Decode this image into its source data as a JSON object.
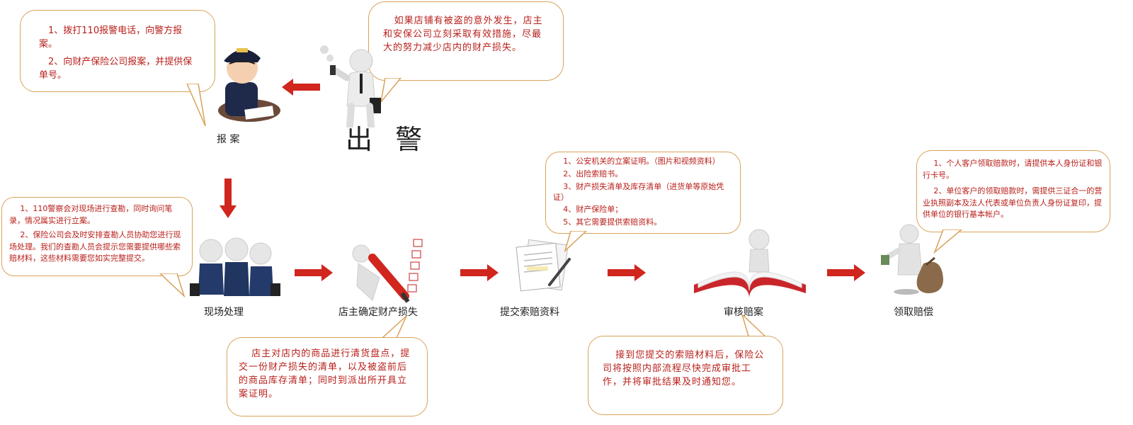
{
  "steps": {
    "report": "报 案",
    "dispatch": "出 警",
    "onsite": "现场处理",
    "determine_loss": "店主确定财产损失",
    "submit_docs": "提交索赔资料",
    "review": "审核赔案",
    "compensation": "领取赔偿"
  },
  "bubbles": {
    "report": [
      "1、拨打110报警电话，向警方报案。",
      "2、向财产保险公司报案，并提供保单号。"
    ],
    "dispatch": [
      "如果店铺有被盗的意外发生，店主和安保公司立刻采取有效措施，尽最大的努力减少店内的财产损失。"
    ],
    "onsite": [
      "1、110警察会对现场进行查勘，同时询问笔录，情况属实进行立案。",
      "2、保险公司会及时安排查勘人员协助您进行现场处理。我们的查勘人员会提示您需要提供哪些索赔材料，这些材料需要您如实完整提交。"
    ],
    "determine_loss": [
      "店主对店内的商品进行清货盘点，提交一份财产损失的清单，以及被盗前后的商品库存清单；同时到派出所开具立案证明。"
    ],
    "submit_docs": [
      "1、公安机关的立案证明。（图片和视频资料）",
      "2、出险索赔书。",
      "3、财产损失清单及库存清单（进货单等原始凭证）",
      "4、财产保险单；",
      "5、其它需要提供索赔资料。"
    ],
    "review": [
      "接到您提交的索赔材料后，保险公司将按照内部流程尽快完成审批工作，并将审批结果及时通知您。"
    ],
    "compensation": [
      "1、个人客户领取赔款时，请提供本人身份证和银行卡号。",
      "2、单位客户的领取赔款时，需提供三证合一的营业执照副本及法人代表或单位负责人身份证复印，提供单位的银行基本帐户。"
    ]
  },
  "colors": {
    "arrow": "#d0261e",
    "bubble_text": "#b8201b",
    "bubble_border": "#d9a25a"
  }
}
